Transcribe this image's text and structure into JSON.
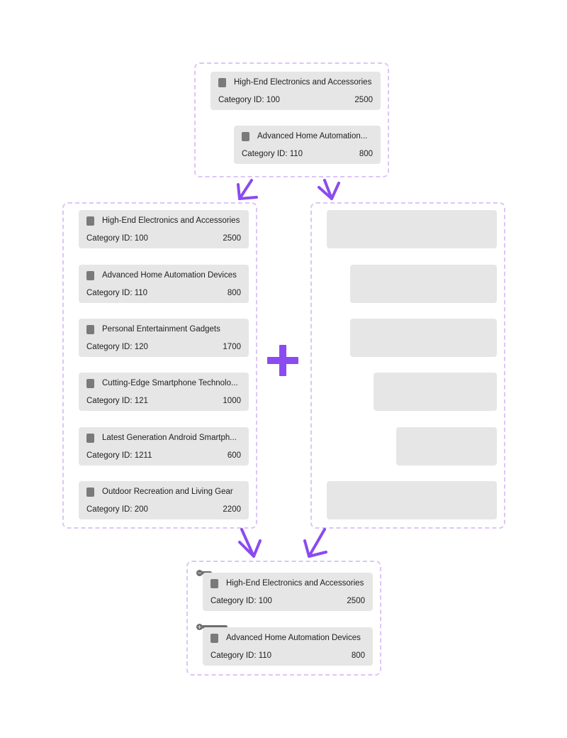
{
  "top_group": {
    "cards": [
      {
        "title": "High-End Electronics and Accessories",
        "category_id": "Category ID: 100",
        "value": "2500"
      },
      {
        "title": "Advanced Home Automation...",
        "category_id": "Category ID: 110",
        "value": "800"
      }
    ]
  },
  "left_group": {
    "cards": [
      {
        "title": "High-End Electronics and Accessories",
        "category_id": "Category ID: 100",
        "value": "2500"
      },
      {
        "title": "Advanced Home Automation Devices",
        "category_id": "Category ID: 110",
        "value": "800"
      },
      {
        "title": "Personal Entertainment Gadgets",
        "category_id": "Category ID: 120",
        "value": "1700"
      },
      {
        "title": "Cutting-Edge Smartphone Technolo...",
        "category_id": "Category ID: 121",
        "value": "1000"
      },
      {
        "title": "Latest Generation Android Smartph...",
        "category_id": "Category ID: 1211",
        "value": "600"
      },
      {
        "title": "Outdoor Recreation and Living Gear",
        "category_id": "Category ID: 200",
        "value": "2200"
      }
    ]
  },
  "bottom_group": {
    "cards": [
      {
        "title": "High-End Electronics and Accessories",
        "category_id": "Category ID: 100",
        "value": "2500",
        "toggle": "−"
      },
      {
        "title": "Advanced Home Automation Devices",
        "category_id": "Category ID: 110",
        "value": "800",
        "toggle": "+"
      }
    ]
  },
  "operator": {
    "symbol": "plus-icon"
  },
  "colors": {
    "accent": "#8a4bf0",
    "dashed_border": "#dcc6f7",
    "card_bg": "#e6e6e6",
    "icon_gray": "#7a7a7a"
  }
}
